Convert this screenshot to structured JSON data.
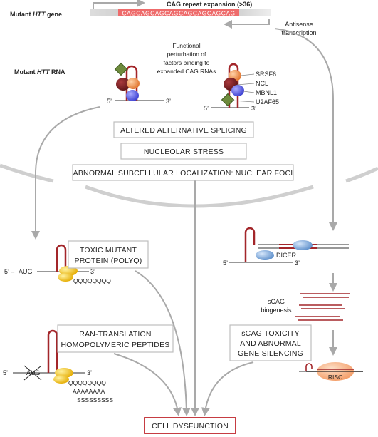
{
  "gene_label": {
    "prefix": "Mutant ",
    "italic": "HTT",
    "suffix": " gene"
  },
  "rna_label": {
    "prefix": "Mutant ",
    "italic": "HTT",
    "suffix": " RNA"
  },
  "cag_expansion_label": "CAG repeat expansion (>36)",
  "cag_sequence": "CAGCAGCAGCAGCAGCAGCAGCAG",
  "antisense_label": [
    "Antisense",
    "transcription"
  ],
  "functional_perturbation": [
    "Functional",
    "perturbation of",
    "factors binding to",
    "expanded CAG RNAs"
  ],
  "splicing_factors": [
    "SRSF6",
    "NCL",
    "MBNL1",
    "U2AF65"
  ],
  "prime5": "5’",
  "prime3": "3’",
  "boxes": {
    "altered_splicing": "ALTERED ALTERNATIVE SPLICING",
    "nucleolar_stress": "NUCLEOLAR STRESS",
    "nuclear_foci": "ABNORMAL SUBCELLULAR LOCALIZATION: NUCLEAR FOCI",
    "toxic_protein": [
      "TOXIC MUTANT",
      "PROTEIN (POLYQ)"
    ],
    "ran_translation": [
      "RAN-TRANSLATION",
      "HOMOPOLYMERIC PEPTIDES"
    ],
    "scag_toxicity": [
      "sCAG TOXICITY",
      "AND ABNORMAL",
      "GENE SILENCING"
    ],
    "cell_dysfunction": "CELL DYSFUNCTION"
  },
  "aug_label": "AUG",
  "aug_prefix": "5’ –",
  "polyq": "QQQQQQQQ",
  "ran_peptides": [
    "QQQQQQQQ",
    "AAAAAAAA",
    "SSSSSSSSS"
  ],
  "dicer_label": "DICER",
  "scag_biogenesis": [
    "sCAG",
    "biogenesis"
  ],
  "risc_label": "RISC",
  "colors": {
    "hairpin": "#a3262a",
    "arrow": "#a9a9a9",
    "box_border": "#bdbdbd",
    "cell_dysfunction_border": "#c0272d",
    "diamond_green": "#6e8b3d",
    "orange": "#e8833a",
    "maroon": "#7b1f22",
    "blue": "#5a5ee0",
    "yellow": "#f2c21b",
    "dicer_blue": "#7aa7d8",
    "risc_orange": "#f4a477"
  }
}
